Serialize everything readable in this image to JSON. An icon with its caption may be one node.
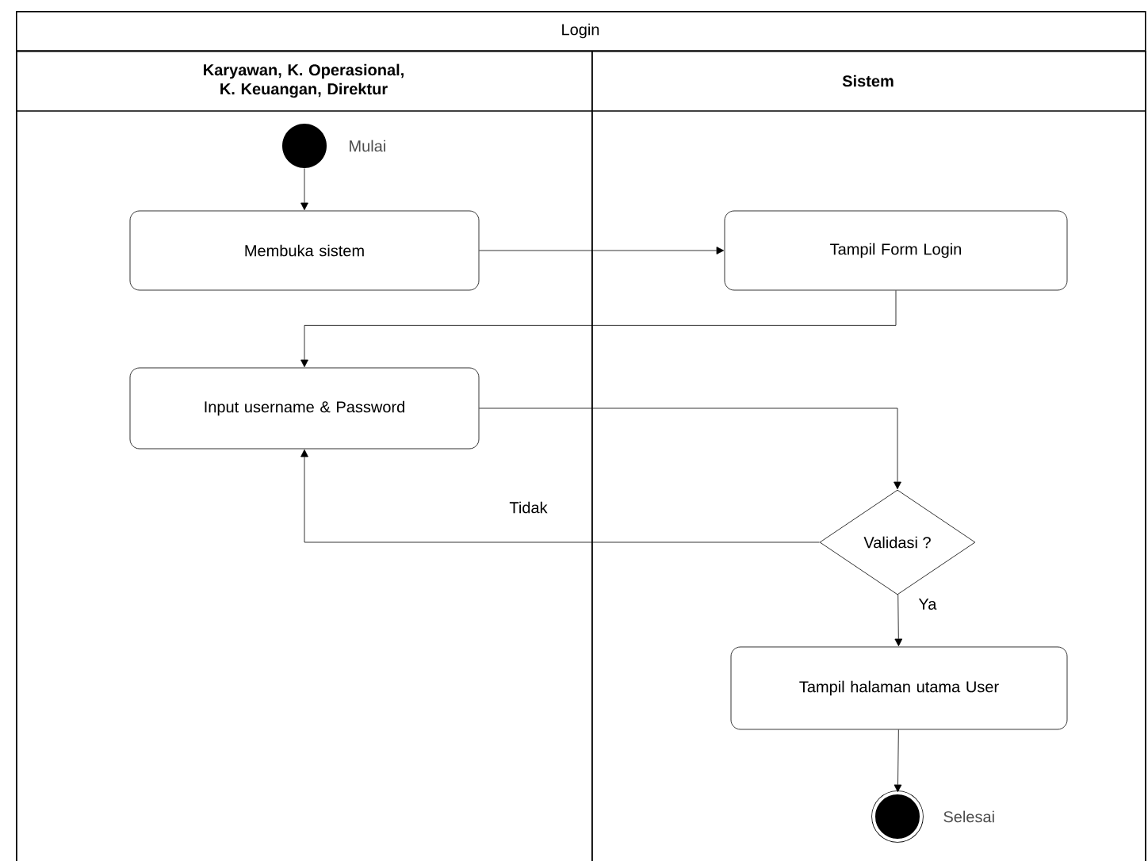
{
  "diagram": {
    "nodes": [
      {
        "text": [
          "Login"
        ]
      },
      {
        "text": [
          "Karyawan, K. Operasional, K. Keuangan, Direktur"
        ],
        "in": 0
      },
      {
        "text": [
          "Sistem"
        ],
        "in": 0
      },
      {
        "text": [],
        "shape": "circle",
        "beside": [
          "Mulai"
        ],
        "in": 1
      },
      {
        "text": [
          "Membuka sistem"
        ],
        "in": 1
      },
      {
        "text": [
          "Tampil Form Login"
        ],
        "in": 2
      },
      {
        "text": [
          "Input username & Password"
        ],
        "in": 1
      },
      {
        "text": [
          "Validasi ?"
        ],
        "in": 2
      },
      {
        "text": [
          "Tampil halaman utama User"
        ],
        "in": 2
      },
      {
        "text": [],
        "shape": "circle",
        "beside": [
          "Selesai"
        ],
        "in": 2
      }
    ],
    "edges": [
      {
        "from": 3,
        "to": 4,
        "arrow": "to"
      },
      {
        "from": 4,
        "to": 5,
        "arrow": "to"
      },
      {
        "from": 5,
        "to": 6,
        "arrow": "to"
      },
      {
        "from": 6,
        "to": 7,
        "arrow": "to"
      },
      {
        "from": 7,
        "to": 6,
        "arrow": "to",
        "label": "Tidak"
      },
      {
        "from": 7,
        "to": 8,
        "arrow": "to",
        "label": "Ya"
      },
      {
        "from": 8,
        "to": 9,
        "arrow": "to"
      }
    ]
  }
}
